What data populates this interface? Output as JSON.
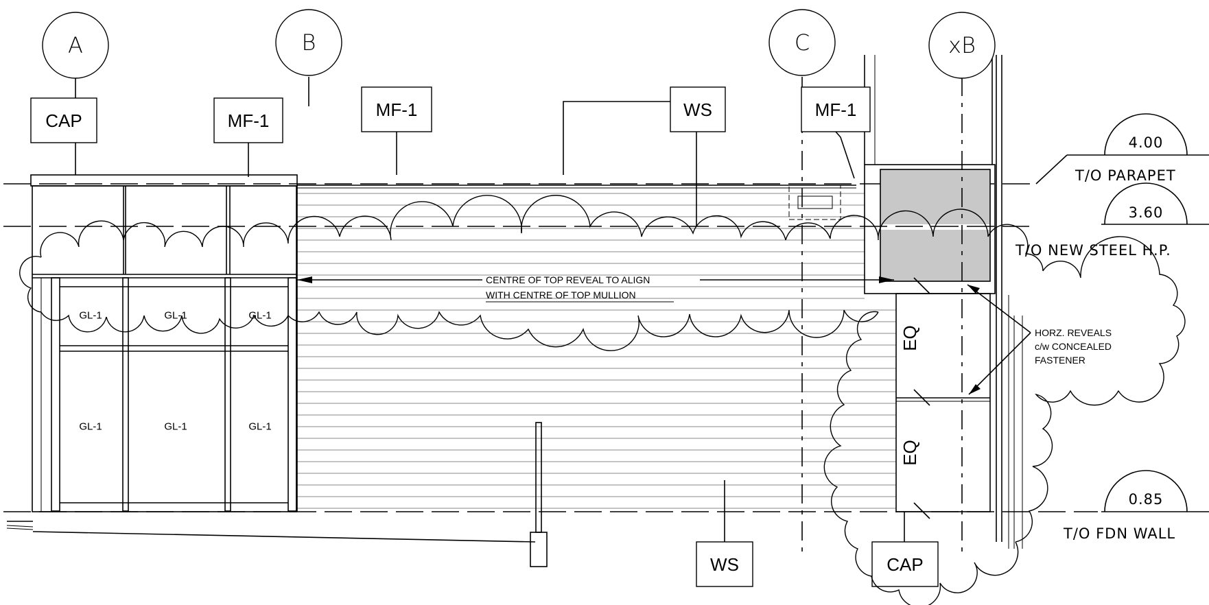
{
  "gridlines": [
    {
      "label": "A"
    },
    {
      "label": "B"
    },
    {
      "label": "C"
    },
    {
      "label": "xB"
    }
  ],
  "levels": [
    {
      "elevation": "4.00",
      "name": "T/O PARAPET"
    },
    {
      "elevation": "3.60",
      "name": "T/O NEW STEEL H.P."
    },
    {
      "elevation": "0.85",
      "name": "T/O FDN WALL"
    }
  ],
  "material_tags": [
    {
      "text": "CAP"
    },
    {
      "text": "MF-1"
    },
    {
      "text": "MF-1"
    },
    {
      "text": "WS"
    },
    {
      "text": "MF-1"
    },
    {
      "text": "WS"
    },
    {
      "text": "CAP"
    }
  ],
  "glazing_labels": [
    {
      "text": "GL-1"
    },
    {
      "text": "GL-1"
    },
    {
      "text": "GL-1"
    },
    {
      "text": "GL-1"
    },
    {
      "text": "GL-1"
    },
    {
      "text": "GL-1"
    }
  ],
  "notes": {
    "reveal_line1": "CENTRE OF TOP REVEAL TO ALIGN",
    "reveal_line2": "WITH CENTRE OF TOP MULLION",
    "horz_line1": "HORZ. REVEALS",
    "horz_line2": "c/w CONCEALED",
    "horz_line3": "FASTENER"
  },
  "dimensions": [
    {
      "text": "EQ"
    },
    {
      "text": "EQ"
    }
  ]
}
